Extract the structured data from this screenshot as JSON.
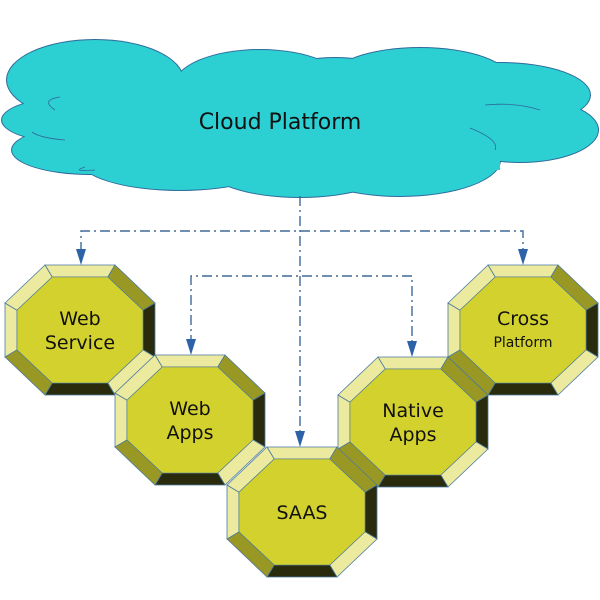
{
  "diagram": {
    "cloud": {
      "label": "Cloud Platform",
      "fill": "#2ccfd2",
      "stroke": "#2f6a9a"
    },
    "colors": {
      "face": "#d3d12e",
      "bevel_light": "#ecea9e",
      "bevel_mid": "#9a9824",
      "bevel_dark": "#2a2a0c",
      "outline": "#4a7aa0",
      "connector": "#3f6a96",
      "arrow": "#2e62a8"
    },
    "nodes": [
      {
        "id": "web-service",
        "lines": [
          "Web",
          "Service"
        ]
      },
      {
        "id": "web-apps",
        "lines": [
          "Web",
          "Apps"
        ]
      },
      {
        "id": "saas",
        "lines": [
          "SAAS"
        ]
      },
      {
        "id": "native-apps",
        "lines": [
          "Native",
          "Apps"
        ]
      },
      {
        "id": "cross-platform",
        "lines": [
          "Cross",
          "Platform"
        ]
      }
    ],
    "connections": [
      {
        "from": "cloud",
        "to": "web-service"
      },
      {
        "from": "cloud",
        "to": "web-apps"
      },
      {
        "from": "cloud",
        "to": "saas"
      },
      {
        "from": "cloud",
        "to": "native-apps"
      },
      {
        "from": "cloud",
        "to": "cross-platform"
      }
    ]
  }
}
